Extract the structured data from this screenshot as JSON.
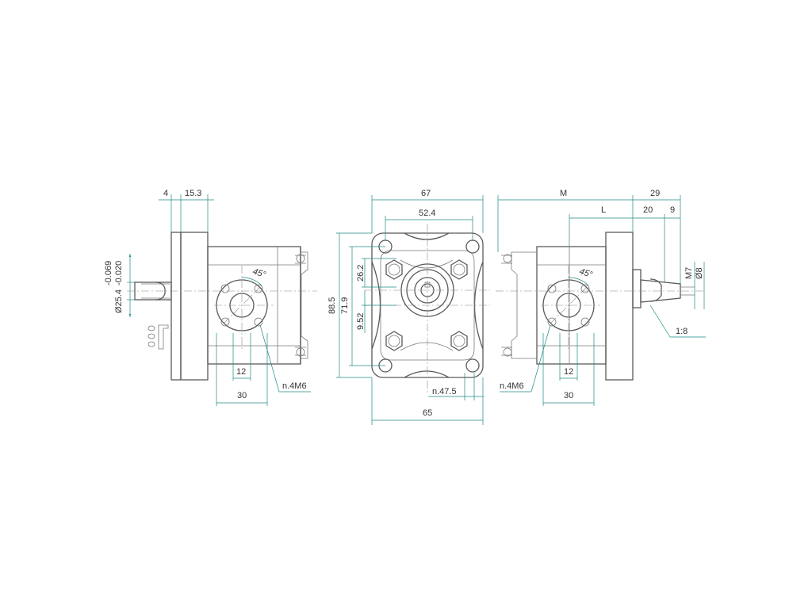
{
  "dims": {
    "left_flange_4": "4",
    "left_flange_15_3": "15.3",
    "left_tol_upper": "-0.069",
    "left_tol_lower": "-0.020",
    "left_shaft_dia": "Ø25.4",
    "left_port_12": "12",
    "left_port_30": "30",
    "left_thread": "n.4M6",
    "left_angle": "45°",
    "front_width_67": "67",
    "front_width_52_4": "52.4",
    "front_height_88_5": "88.5",
    "front_height_71_9": "71.9",
    "front_26_2": "26.2",
    "front_9_52": "9.52",
    "front_47_5": "n.47.5",
    "front_width_65": "65",
    "right_m": "M",
    "right_l": "L",
    "right_29": "29",
    "right_20": "20",
    "right_9": "9",
    "right_m7": "M7",
    "right_dia8": "Ø8",
    "right_taper": "1:8",
    "right_port_12": "12",
    "right_port_30": "30",
    "right_thread": "n.4M6",
    "right_angle": "45°"
  }
}
